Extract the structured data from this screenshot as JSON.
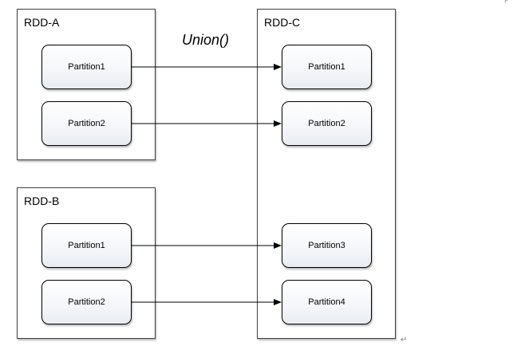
{
  "operation": "Union()",
  "rdd_a": {
    "title": "RDD-A",
    "partitions": [
      "Partition1",
      "Partition2"
    ]
  },
  "rdd_b": {
    "title": "RDD-B",
    "partitions": [
      "Partition1",
      "Partition2"
    ]
  },
  "rdd_c": {
    "title": "RDD-C",
    "partitions": [
      "Partition1",
      "Partition2",
      "Partition3",
      "Partition4"
    ]
  },
  "colors": {
    "line": "#000000",
    "border": "#404040",
    "partition_fill_bottom": "#e8ecf2"
  }
}
